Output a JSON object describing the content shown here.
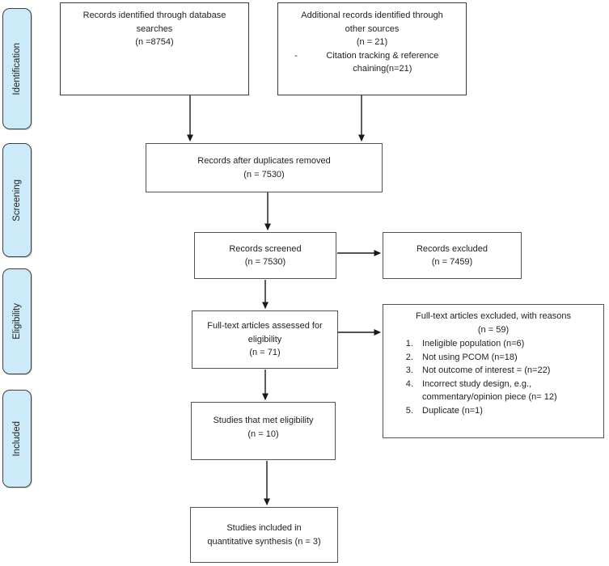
{
  "sidebar": {
    "stages": [
      "Identification",
      "Screening",
      "Eligibility",
      "Included"
    ]
  },
  "flow": {
    "database": {
      "line1": "Records identified through database",
      "line2": "searches",
      "line3": "(n =8754)"
    },
    "other": {
      "line1": "Additional records identified through",
      "line2": "other sources",
      "line3": "(n = 21)",
      "bullet_dash": "-",
      "bullet_text": "Citation tracking & reference chaining(n=21)"
    },
    "dedup": {
      "line1": "Records after duplicates removed",
      "line2": "(n = 7530)"
    },
    "screened": {
      "line1": "Records screened",
      "line2": "(n = 7530)"
    },
    "excluded": {
      "line1": "Records excluded",
      "line2": "(n = 7459)"
    },
    "fulltext": {
      "line1": "Full-text articles assessed for",
      "line2": "eligibility",
      "line3": "(n = 71)"
    },
    "reasons": {
      "title": "Full-text articles excluded, with reasons",
      "count": "(n = 59)",
      "items": [
        "Ineligible population (n=6)",
        "Not using PCOM (n=18)",
        "Not outcome of interest = (n=22)",
        "Incorrect study design, e.g., commentary/opinion piece (n= 12)",
        "Duplicate (n=1)"
      ]
    },
    "met": {
      "line1": "Studies that met eligibility",
      "line2": "(n = 10)"
    },
    "included": {
      "line1": "Studies included in",
      "line2": "quantitative synthesis (n = 3)"
    }
  },
  "colors": {
    "stage_fill": "#cdeaf9",
    "stage_border": "#3f3f3f",
    "box_border": "#545454",
    "text": "#1f1f1f",
    "arrow": "#1a1a1a",
    "background": "#ffffff"
  }
}
